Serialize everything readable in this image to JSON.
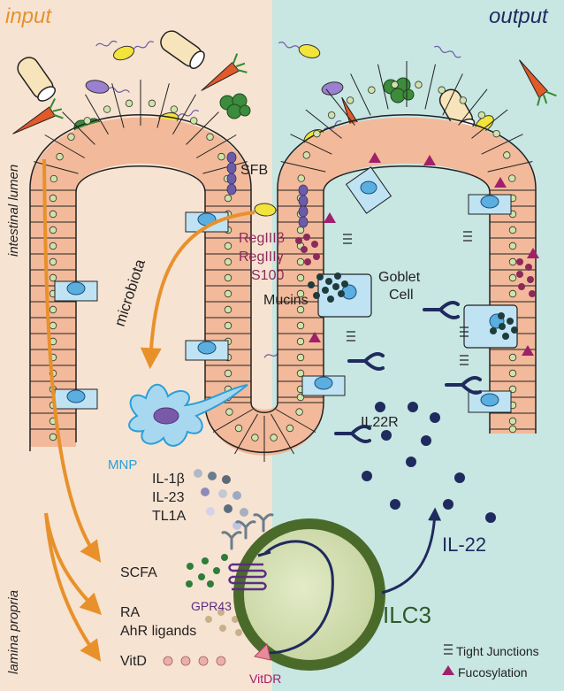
{
  "header": {
    "input": "input",
    "output": "output"
  },
  "side": {
    "lumen": "intestinal lumen",
    "lamina": "lamina propria"
  },
  "labels": {
    "sfb": "SFB",
    "reg_b": "RegIIIβ",
    "reg_g": "RegIIIγ",
    "s100": "S100",
    "microbiota": "microbiota",
    "mucins": "Mucins",
    "goblet": "Goblet",
    "cell": "Cell",
    "il22r": "IL22R",
    "mnp": "MNP",
    "il1b": "IL-1β",
    "il23": "IL-23",
    "tl1a": "TL1A",
    "scfa": "SCFA",
    "ra": "RA",
    "ahr": "AhR ligands",
    "vitd": "VitD",
    "gpr43": "GPR43",
    "vitdr": "VitDR",
    "ilc3": "ILC3",
    "il22": "IL-22"
  },
  "legend": {
    "tight": "Tight Junctions",
    "fuco": "Fucosylation"
  },
  "colors": {
    "bg_left": "#f7e3d2",
    "bg_right": "#c8e6e2",
    "orange": "#e8912b",
    "navy": "#1f2a5e",
    "green": "#2f5a2a",
    "magenta": "#a0206a",
    "purple": "#5b2d82",
    "cell_fill": "#f2b99a",
    "goblet_fill": "#bfe3f3",
    "mnp_blue": "#2b9fd8"
  },
  "icons": [
    "carrot-icon",
    "bread-icon",
    "broccoli-icon",
    "bacterium-icon"
  ]
}
